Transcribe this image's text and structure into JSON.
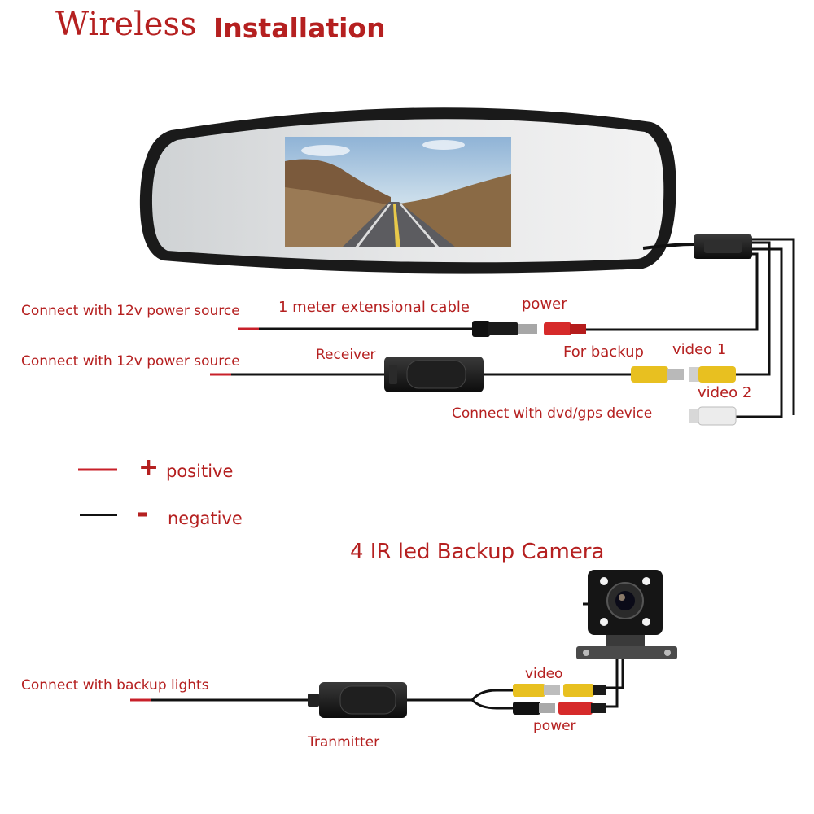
{
  "title": {
    "part1": "Wireless",
    "part2": "Installation"
  },
  "labels": {
    "power_source_1": "Connect with 12v power source",
    "power_source_2": "Connect with 12v power source",
    "extension_cable": "1 meter extensional cable",
    "power_top": "power",
    "receiver": "Receiver",
    "for_backup": "For backup",
    "video1": "video 1",
    "video2": "video 2",
    "dvd_gps": "Connect with dvd/gps device",
    "backup_lights": "Connect with backup lights",
    "transmitter": "Tranmitter",
    "video_bottom": "video",
    "power_bottom": "power"
  },
  "legend": {
    "positive_symbol": "+",
    "positive_label": "positive",
    "negative_symbol": "-",
    "negative_label": "negative"
  },
  "camera_title": "4 IR led Backup Camera",
  "colors": {
    "label_red": "#b52020",
    "wire_black": "#111111",
    "wire_red": "#c8202a",
    "rca_yellow": "#e8c020",
    "rca_red": "#d62a2a",
    "rca_white": "#e8e8e8"
  },
  "icons": [
    "mirror-monitor",
    "road-screen",
    "receiver-box",
    "transmitter-box",
    "backup-camera",
    "dc-plug",
    "rca-plug"
  ]
}
